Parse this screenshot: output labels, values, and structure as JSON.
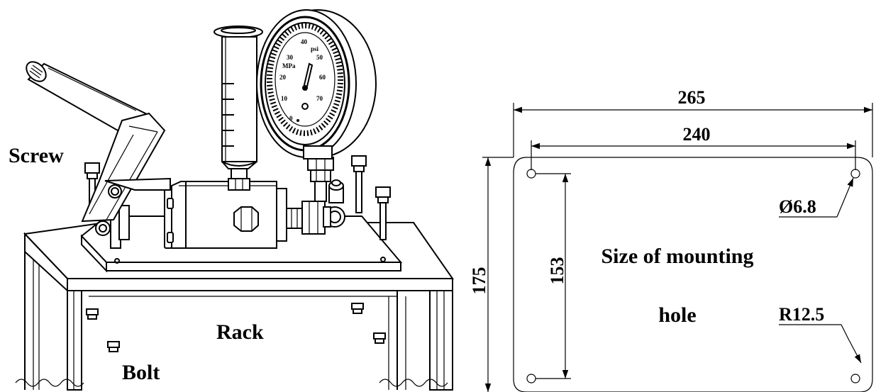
{
  "labels": {
    "screw": "Screw",
    "rack": "Rack",
    "bolt": "Bolt",
    "size_line1": "Size of mounting",
    "size_line2": "hole"
  },
  "dimensions": {
    "overall_width": "265",
    "hole_spacing_width": "240",
    "overall_height": "175",
    "hole_spacing_height": "153",
    "hole_diameter": "Ø6.8",
    "corner_radius": "R12.5"
  },
  "gauge": {
    "scale_labels": [
      "MPa",
      "psi",
      "0",
      "10",
      "20",
      "30",
      "40",
      "50",
      "60",
      "70"
    ]
  },
  "colors": {
    "line": "#000000",
    "background": "#ffffff"
  }
}
